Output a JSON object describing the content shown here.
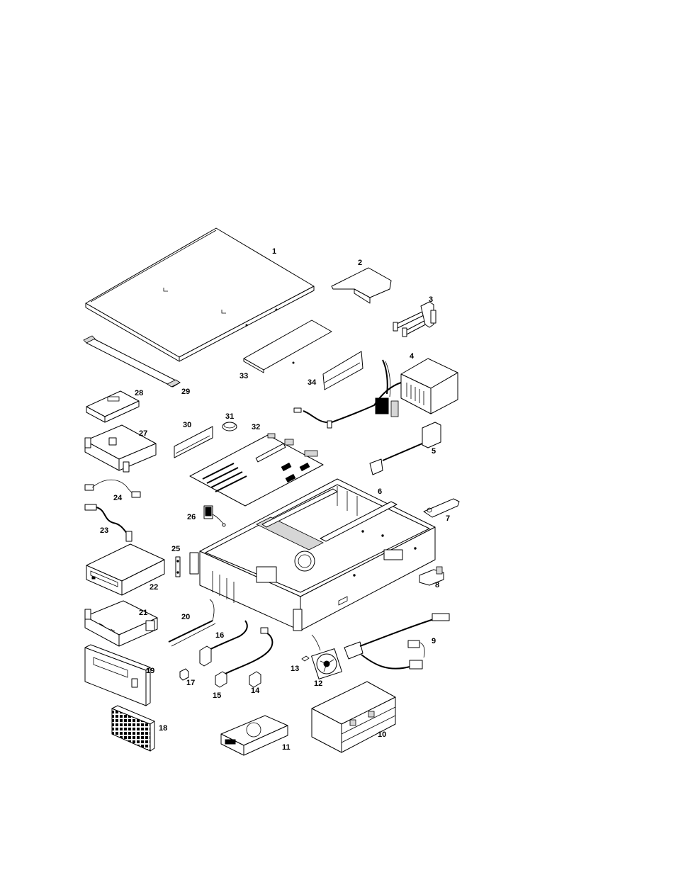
{
  "title": "",
  "callouts": {
    "c1": "1",
    "c2": "2",
    "c3": "3",
    "c4": "4",
    "c5": "5",
    "c6": "6",
    "c7": "7",
    "c8": "8",
    "c9": "9",
    "c10": "10",
    "c11": "11",
    "c12": "12",
    "c13": "13",
    "c14": "14",
    "c15": "15",
    "c16": "16",
    "c17": "17",
    "c18": "18",
    "c19": "19",
    "c20": "20",
    "c21": "21",
    "c22": "22",
    "c23": "23",
    "c24": "24",
    "c25": "25",
    "c26": "26",
    "c27": "27",
    "c28": "28",
    "c29": "29",
    "c30": "30",
    "c31": "31",
    "c32": "32",
    "c33": "33",
    "c34": "34"
  }
}
